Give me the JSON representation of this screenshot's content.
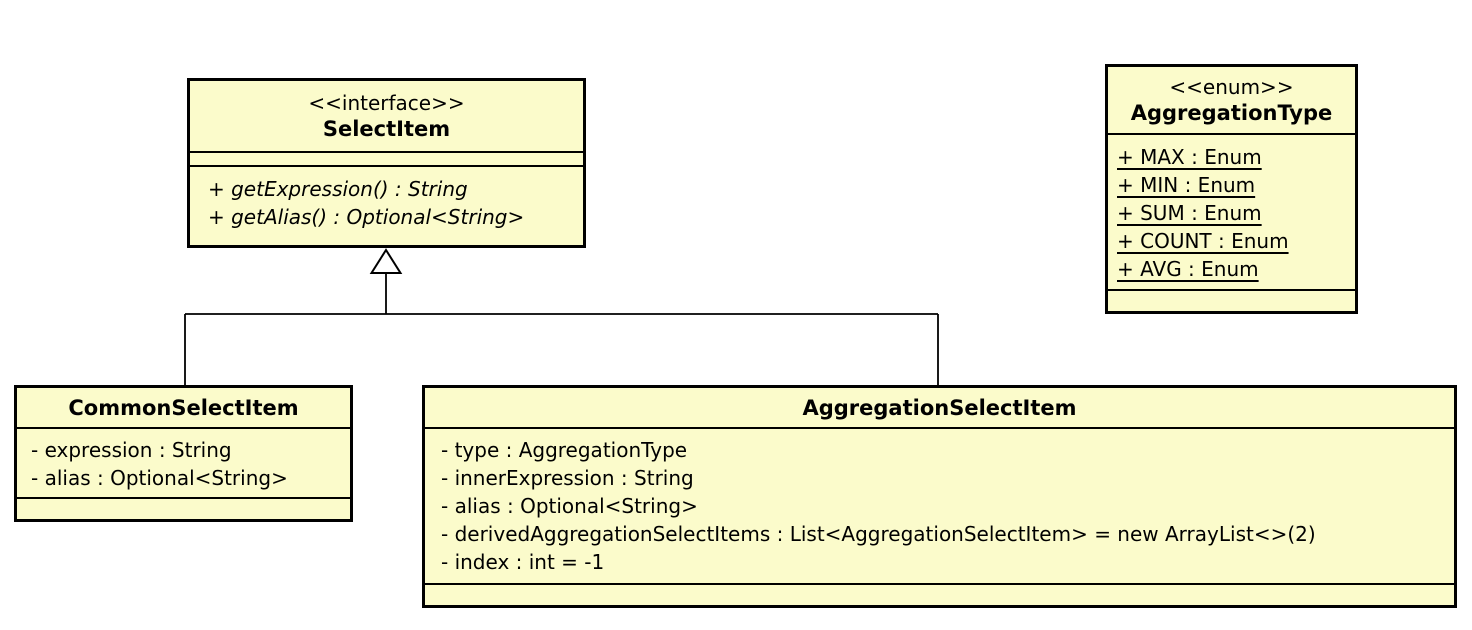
{
  "colors": {
    "box_fill": "#fbfbcb",
    "border": "#000000",
    "background": "#ffffff"
  },
  "classes": {
    "select_item": {
      "stereotype": "<<interface>>",
      "name": "SelectItem",
      "attributes": [],
      "methods": [
        "+ getExpression() : String",
        "+ getAlias() : Optional<String>"
      ]
    },
    "aggregation_type": {
      "stereotype": "<<enum>>",
      "name": "AggregationType",
      "attributes": [
        "+ MAX : Enum",
        "+ MIN : Enum",
        "+ SUM : Enum",
        "+ COUNT : Enum",
        "+ AVG : Enum"
      ],
      "methods": []
    },
    "common_select_item": {
      "name": "CommonSelectItem",
      "attributes": [
        "- expression : String",
        "- alias : Optional<String>"
      ],
      "methods": []
    },
    "aggregation_select_item": {
      "name": "AggregationSelectItem",
      "attributes": [
        "- type : AggregationType",
        "- innerExpression : String",
        "- alias : Optional<String>",
        "- derivedAggregationSelectItems : List<AggregationSelectItem> = new ArrayList<>(2)",
        "- index : int = -1"
      ],
      "methods": []
    }
  },
  "relationships": [
    {
      "type": "generalization",
      "from": [
        "CommonSelectItem",
        "AggregationSelectItem"
      ],
      "to": "SelectItem",
      "arrowhead": "hollow-triangle"
    }
  ]
}
